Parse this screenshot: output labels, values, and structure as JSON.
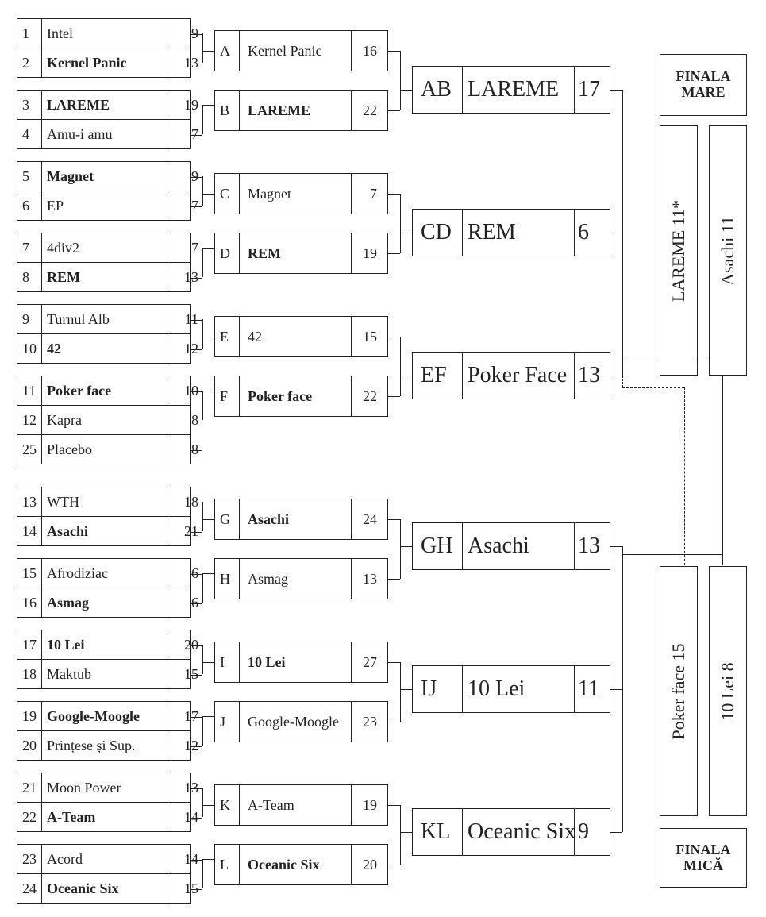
{
  "round1": [
    {
      "seed": "1",
      "team": "Intel",
      "score": "9",
      "bold": false
    },
    {
      "seed": "2",
      "team": "Kernel Panic",
      "score": "13",
      "bold": true
    },
    {
      "seed": "3",
      "team": "LAREME",
      "score": "19",
      "bold": true
    },
    {
      "seed": "4",
      "team": "Amu-i amu",
      "score": "7",
      "bold": false
    },
    {
      "seed": "5",
      "team": "Magnet",
      "score": "9",
      "bold": true
    },
    {
      "seed": "6",
      "team": "EP",
      "score": "7",
      "bold": false
    },
    {
      "seed": "7",
      "team": "4div2",
      "score": "7",
      "bold": false
    },
    {
      "seed": "8",
      "team": "REM",
      "score": "13",
      "bold": true
    },
    {
      "seed": "9",
      "team": "Turnul Alb",
      "score": "11",
      "bold": false
    },
    {
      "seed": "10",
      "team": "42",
      "score": "12",
      "bold": true
    },
    {
      "seed": "11",
      "team": "Poker face",
      "score": "10",
      "bold": true
    },
    {
      "seed": "12",
      "team": "Kapra",
      "score": "8",
      "bold": false
    },
    {
      "seed": "25",
      "team": "Placebo",
      "score": "8",
      "bold": false
    },
    {
      "seed": "13",
      "team": "WTH",
      "score": "18",
      "bold": false
    },
    {
      "seed": "14",
      "team": "Asachi",
      "score": "21",
      "bold": true
    },
    {
      "seed": "15",
      "team": "Afrodiziac",
      "score": "6",
      "bold": false
    },
    {
      "seed": "16",
      "team": "Asmag",
      "score": "6",
      "bold": true
    },
    {
      "seed": "17",
      "team": "10 Lei",
      "score": "20",
      "bold": true
    },
    {
      "seed": "18",
      "team": "Maktub",
      "score": "15",
      "bold": false
    },
    {
      "seed": "19",
      "team": "Google-Moogle",
      "score": "17",
      "bold": true
    },
    {
      "seed": "20",
      "team": "Prințese și Sup.",
      "score": "12",
      "bold": false
    },
    {
      "seed": "21",
      "team": "Moon Power",
      "score": "13",
      "bold": false
    },
    {
      "seed": "22",
      "team": "A-Team",
      "score": "14",
      "bold": true
    },
    {
      "seed": "23",
      "team": "Acord",
      "score": "14",
      "bold": false
    },
    {
      "seed": "24",
      "team": "Oceanic Six",
      "score": "15",
      "bold": true
    }
  ],
  "round2": [
    {
      "code": "A",
      "team": "Kernel Panic",
      "score": "16",
      "bold": false
    },
    {
      "code": "B",
      "team": "LAREME",
      "score": "22",
      "bold": true
    },
    {
      "code": "C",
      "team": "Magnet",
      "score": "7",
      "bold": false
    },
    {
      "code": "D",
      "team": "REM",
      "score": "19",
      "bold": true
    },
    {
      "code": "E",
      "team": "42",
      "score": "15",
      "bold": false
    },
    {
      "code": "F",
      "team": "Poker face",
      "score": "22",
      "bold": true
    },
    {
      "code": "G",
      "team": "Asachi",
      "score": "24",
      "bold": true
    },
    {
      "code": "H",
      "team": "Asmag",
      "score": "13",
      "bold": false
    },
    {
      "code": "I",
      "team": "10 Lei",
      "score": "27",
      "bold": true
    },
    {
      "code": "J",
      "team": "Google-Moogle",
      "score": "23",
      "bold": false
    },
    {
      "code": "K",
      "team": "A-Team",
      "score": "19",
      "bold": false
    },
    {
      "code": "L",
      "team": "Oceanic Six",
      "score": "20",
      "bold": true
    }
  ],
  "round3": [
    {
      "code": "AB",
      "team": "LAREME",
      "score": "17"
    },
    {
      "code": "CD",
      "team": "REM",
      "score": "6"
    },
    {
      "code": "EF",
      "team": "Poker Face",
      "score": "13"
    },
    {
      "code": "GH",
      "team": "Asachi",
      "score": "13"
    },
    {
      "code": "IJ",
      "team": "10 Lei",
      "score": "11"
    },
    {
      "code": "KL",
      "team": "Oceanic Six",
      "score": "9"
    }
  ],
  "finals": {
    "grand_final_title": [
      "FINALA",
      "MARE"
    ],
    "small_final_title": [
      "FINALA",
      "MICĂ"
    ],
    "grand_left": "LAREME  11*",
    "grand_right": "Asachi 11",
    "small_left": "Poker face 15",
    "small_right": "10 Lei 8"
  }
}
